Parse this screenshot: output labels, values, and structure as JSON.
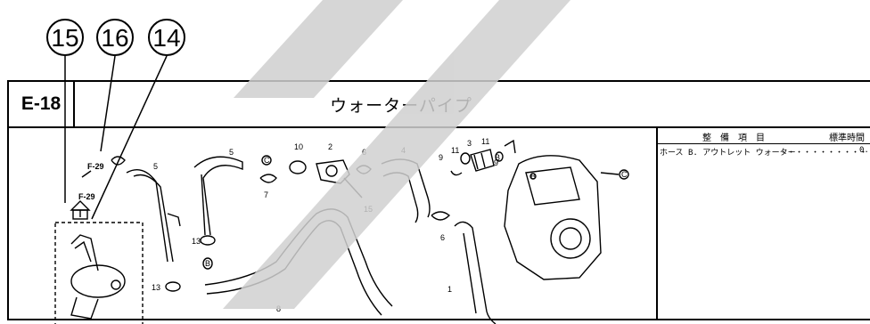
{
  "callouts": [
    "15",
    "16",
    "14"
  ],
  "section": {
    "code": "E-18",
    "title": "ウォーターパイプ"
  },
  "table": {
    "headers": [
      "整",
      "備",
      "項",
      "目",
      "標準時間"
    ],
    "row": {
      "item": "ホース B. アウトレット ウォーター",
      "dots": "・・・・・・・・・・・・・・",
      "value": "0."
    }
  },
  "diagram_labels": {
    "f29_a": "F-29",
    "f29_b": "F-29",
    "n1": "1",
    "n2": "2",
    "n3": "3",
    "n4": "4",
    "n5a": "5",
    "n5b": "5",
    "n6a": "6",
    "n6b": "6",
    "n7": "7",
    "n8": "8",
    "n9a": "9",
    "n9b": "9",
    "n10": "10",
    "n11a": "11",
    "n11b": "11",
    "n13a": "13",
    "n13b": "13",
    "n15": "15",
    "ca": "C",
    "cb": "C",
    "ba": "B",
    "bb": "B",
    "bc": "B"
  }
}
